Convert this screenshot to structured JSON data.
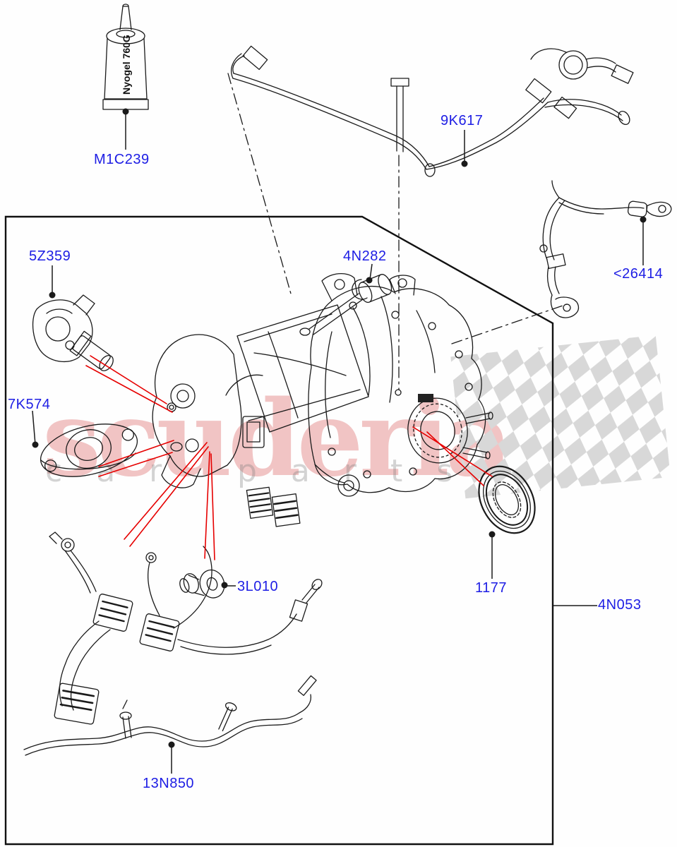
{
  "diagram": {
    "tube_text": "Nyogel 760G",
    "watermark": {
      "line1": "scuderia",
      "line2_left": "car",
      "line2_right": "parts"
    },
    "labels": [
      {
        "id": "M1C239",
        "text": "M1C239"
      },
      {
        "id": "9K617",
        "text": "9K617"
      },
      {
        "id": "26414",
        "text": "<26414"
      },
      {
        "id": "5Z359",
        "text": "5Z359"
      },
      {
        "id": "4N282",
        "text": "4N282"
      },
      {
        "id": "7K574",
        "text": "7K574"
      },
      {
        "id": "3L010",
        "text": "3L010"
      },
      {
        "id": "1177",
        "text": "1177"
      },
      {
        "id": "4N053",
        "text": "4N053"
      },
      {
        "id": "13N850",
        "text": "13N850"
      }
    ],
    "colors": {
      "part_label_blue": "#1d1de4",
      "callout_red": "#e60000",
      "line_black": "#1a1a1a",
      "watermark_pink": "rgba(222,110,110,0.40)",
      "watermark_gray": "rgba(125,125,125,0.33)",
      "checker_gray": "#d8d8d8"
    }
  }
}
